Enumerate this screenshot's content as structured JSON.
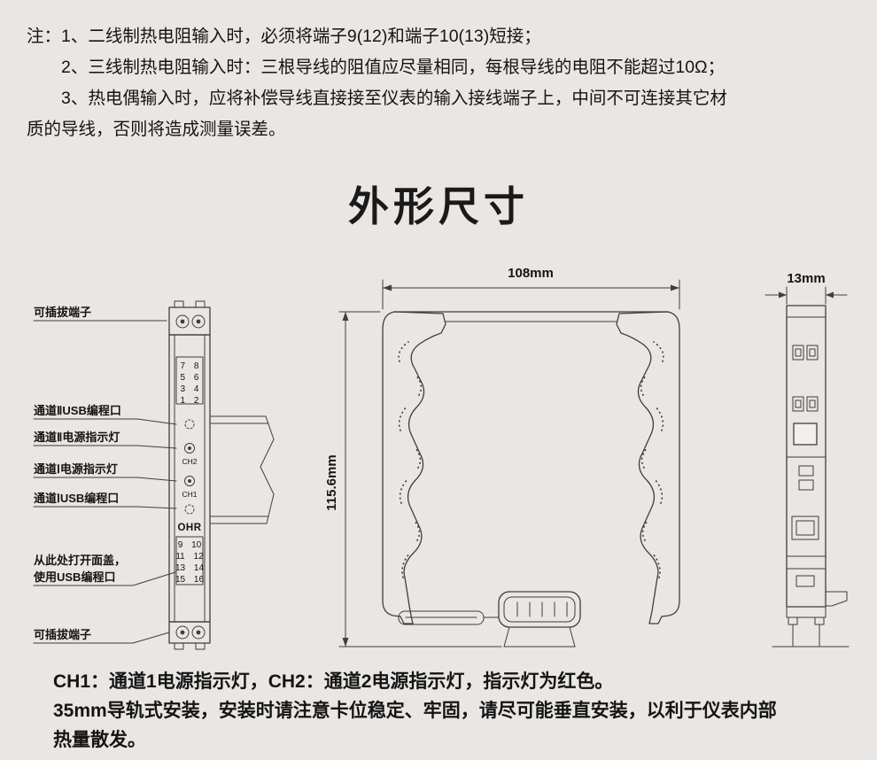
{
  "page": {
    "background": "#e9e6e3",
    "line_color": "#3f3f3f",
    "text_color": "#141414"
  },
  "notes": {
    "line1": "注：1、二线制热电阻输入时，必须将端子9(12)和端子10(13)短接；",
    "line2": "2、三线制热电阻输入时：三根导线的阻值应尽量相同，每根导线的电阻不能超过10Ω；",
    "line3": "3、热电偶输入时，应将补偿导线直接接至仪表的输入接线端子上，中间不可连接其它材",
    "line4": "质的导线，否则将造成测量误差。"
  },
  "title": {
    "text": "外形尺寸"
  },
  "front_view": {
    "labels": {
      "top_terminal": "可插拔端子",
      "usb2": "通道ⅡUSB编程口",
      "led2": "通道Ⅱ电源指示灯",
      "led1": "通道Ⅰ电源指示灯",
      "usb1": "通道ⅠUSB编程口",
      "open_cover_line1": "从此处打开面盖，",
      "open_cover_line2": "使用USB编程口",
      "bottom_terminal": "可插拔端子"
    },
    "terminals_top": [
      "7 8",
      "5 6",
      "3 4",
      "1 2"
    ],
    "terminals_bottom": [
      "9 10",
      "11 12",
      "13 14",
      "15 16"
    ],
    "ch2_label": "CH2",
    "ch1_label": "CH1",
    "logo": "OHR"
  },
  "dimensions": {
    "width": "108mm",
    "height": "115.6mm",
    "depth": "13mm"
  },
  "footer": {
    "line1": "CH1：通道1电源指示灯，CH2：通道2电源指示灯，指示灯为红色。",
    "line2": "35mm导轨式安装，安装时请注意卡位稳定、牢固，请尽可能垂直安装，以利于仪表内部",
    "line3": "热量散发。"
  }
}
